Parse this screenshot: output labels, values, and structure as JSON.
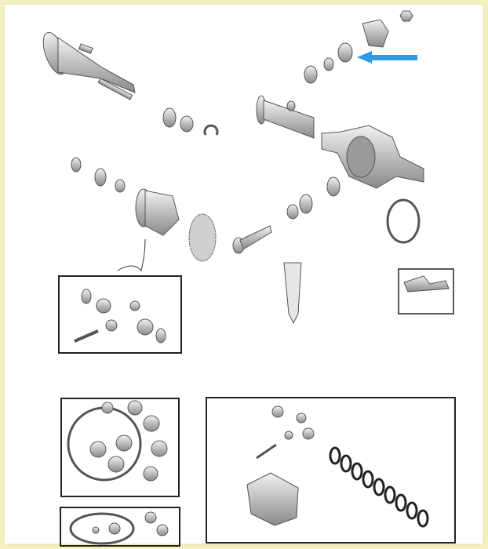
{
  "colors": {
    "frame": "#f4f0c0",
    "background": "#ffffff",
    "part_fill": "#d8d8d8",
    "part_stroke": "#555555",
    "box_stroke": "#222222",
    "highlight_arrow": "#2f9be6"
  },
  "parts": [
    "axle-shaft-icon",
    "wheel-stud-icon",
    "axle-bearing-icon",
    "seal-icon",
    "c-clip-icon",
    "axle-housing-icon",
    "pinion-yoke-icon",
    "pinion-nut-icon",
    "pinion-seal-icon",
    "pinion-bearing-icon",
    "crush-sleeve-icon",
    "shim-icon",
    "differential-case-icon",
    "ring-gear-icon",
    "pinion-gear-icon",
    "cover-gasket-icon",
    "sealant-tube-icon",
    "bolt-kit-icon"
  ],
  "kits": [
    "spider-gear-kit",
    "overhaul-kit",
    "bearing-gasket-kit",
    "limited-slip-kit"
  ]
}
